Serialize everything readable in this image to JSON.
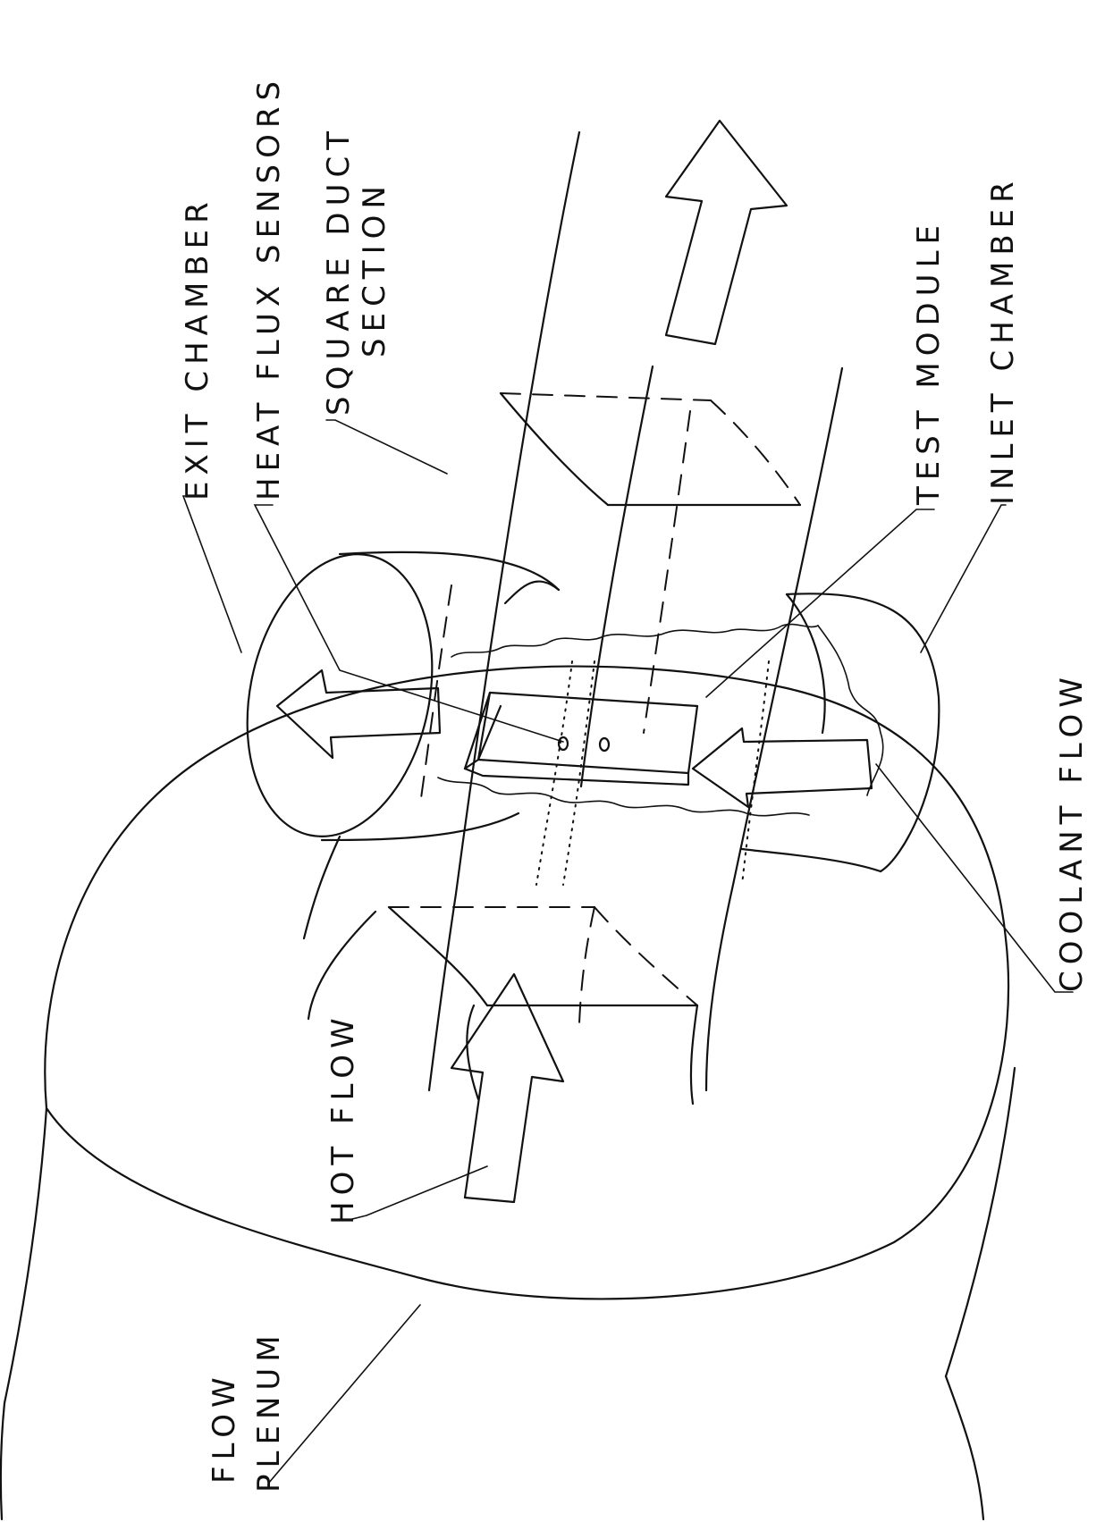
{
  "labels": {
    "heat_flux_sensors": "HEAT FLUX SENSORS",
    "square_duct_section_1": "SQUARE DUCT",
    "square_duct_section_2": "SECTION",
    "exit_chamber": "EXIT CHAMBER",
    "test_module": "TEST MODULE",
    "inlet_chamber": "INLET CHAMBER",
    "coolant_flow": "COOLANT FLOW",
    "hot_flow": "HOT FLOW",
    "flow_plenum_1": "FLOW",
    "flow_plenum_2": "PLENUM"
  }
}
